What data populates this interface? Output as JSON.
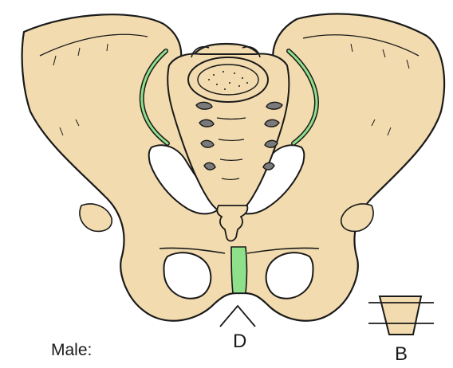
{
  "labels": {
    "caption": "Male:",
    "subpubic_angle_letter": "D",
    "inlet_shape_letter": "B"
  },
  "colors": {
    "bone_fill": "#f2dbae",
    "bone_outline": "#1a1a1a",
    "cartilage_green": "#8fe08a",
    "foramen_gray": "#7a7a7a",
    "background": "#ffffff"
  },
  "icons": {
    "inlet_shape": "inverted-trapezoid-icon",
    "angle_marker": "caret-up-icon"
  }
}
